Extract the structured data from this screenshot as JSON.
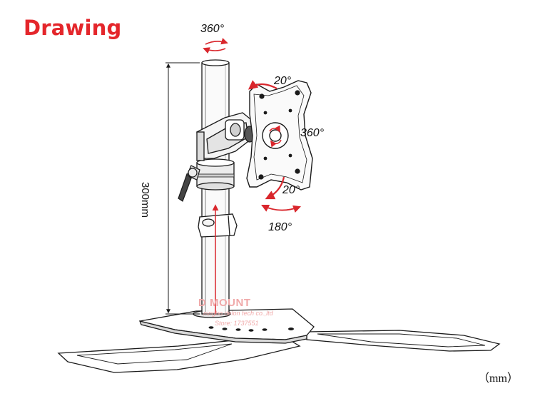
{
  "title": "Drawing",
  "angles": {
    "pole_rotation": "360°",
    "tilt_up": "20°",
    "plate_rotation": "360°",
    "tilt_down": "20°",
    "swivel": "180°"
  },
  "dimension": "300mm",
  "unit": "（mm）",
  "watermark": {
    "logo": "D MOUNT",
    "company": "ningbo delon tech co.,ltd",
    "store": "Store: 1737551"
  },
  "colors": {
    "title": "#e4262b",
    "arrow": "#d9262c",
    "line": "#1a1a1a",
    "watermark": "#f0a9a9"
  },
  "icons": [
    "rotation-arrow-icon",
    "tilt-arrow-icon",
    "swivel-arrow-icon",
    "dimension-arrow-icon",
    "lock-lever-icon"
  ]
}
